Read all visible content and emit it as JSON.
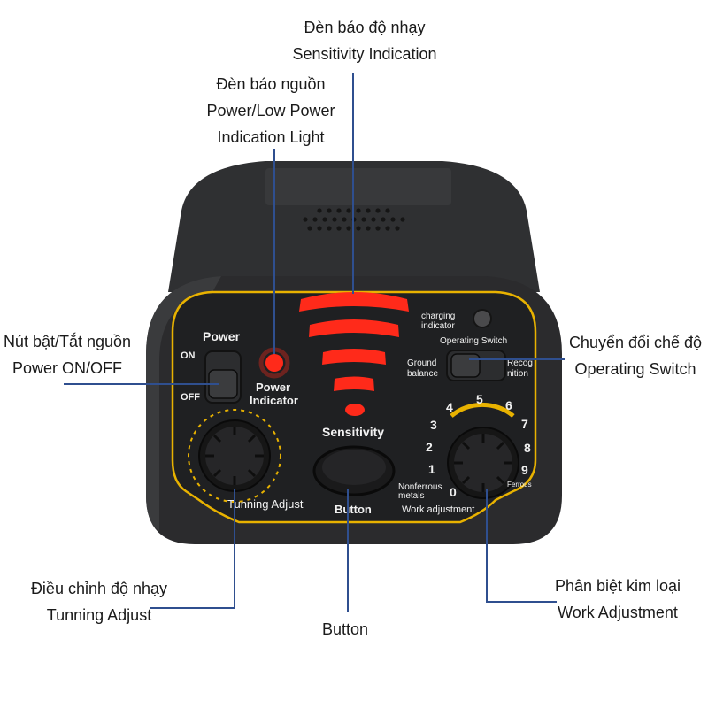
{
  "callouts": {
    "sensitivity": {
      "vi": "Đèn báo độ nhạy",
      "en": "Sensitivity Indication"
    },
    "power_light": {
      "vi": "Đèn báo nguồn",
      "en1": "Power/Low Power",
      "en2": "Indication Light"
    },
    "power_switch": {
      "vi": "Nút bật/Tắt nguồn",
      "en": "Power ON/OFF"
    },
    "operating_switch": {
      "vi": "Chuyển đổi chế độ",
      "en": "Operating Switch"
    },
    "tunning": {
      "vi": "Điều chỉnh độ nhạy",
      "en": "Tunning Adjust"
    },
    "button": {
      "en": "Button"
    },
    "work": {
      "vi": "Phân biệt kim loại",
      "en": "Work Adjustment"
    }
  },
  "panel": {
    "power": "Power",
    "on": "ON",
    "off": "OFF",
    "power_indicator_1": "Power",
    "power_indicator_2": "Indicator",
    "charging_1": "charging",
    "charging_2": "indicator",
    "operating_switch": "Operating Switch",
    "ground_1": "Ground",
    "ground_2": "balance",
    "recog_1": "Recog",
    "recog_2": "nition",
    "sensitivity": "Sensitivity",
    "tunning_adjust": "Tunning Adjust",
    "button": "Button",
    "nonferrous_1": "Nonferrous",
    "nonferrous_2": "metals",
    "ferrous": "Ferrous",
    "work_adjustment": "Work adjustment",
    "dial_numbers": [
      "0",
      "1",
      "2",
      "3",
      "4",
      "5",
      "6",
      "7",
      "8",
      "9"
    ]
  },
  "colors": {
    "leader": "#2f4f8f",
    "body": "#2b2b2d",
    "panel_border": "#e8b200",
    "led_red": "#ff2a1a"
  }
}
